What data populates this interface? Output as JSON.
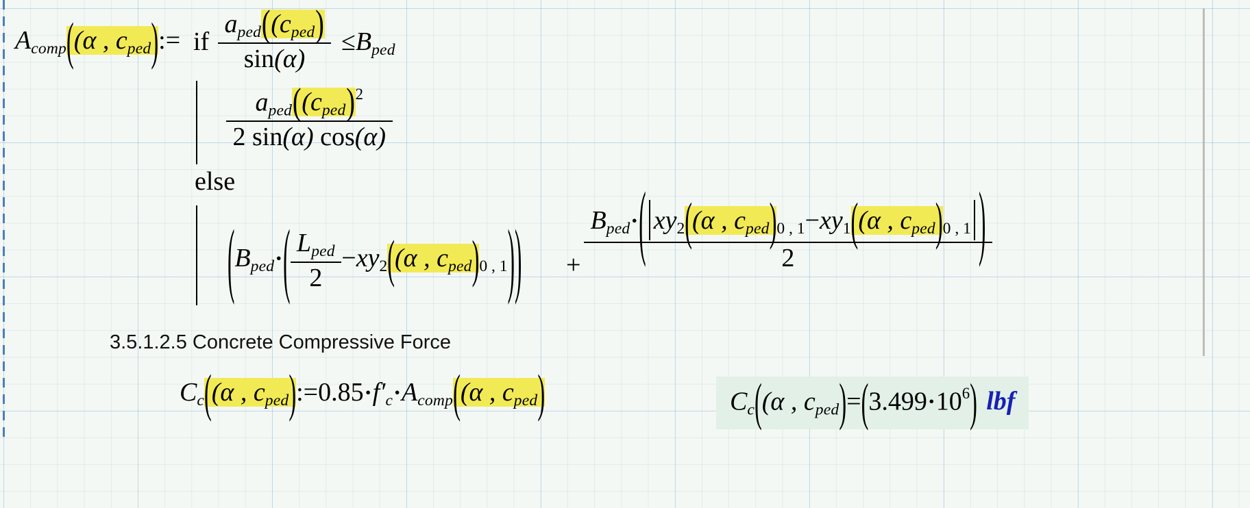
{
  "document": {
    "kind": "engineering-worksheet",
    "background_color": "#f4f8f4",
    "grid_color": "#78aad7",
    "highlight_color": "#f2ea55",
    "result_background": "#e2f0e8",
    "unit_color": "#1820b4"
  },
  "equation_acomp": {
    "lhs_name": "A",
    "lhs_sub": "comp",
    "args": "(α , c",
    "args_sub": "ped",
    "args_close": ")",
    "define_op": ":=",
    "if_keyword": "if",
    "else_keyword": "else",
    "condition": {
      "numerator_fn": "a",
      "numerator_fn_sub": "ped",
      "numerator_arg": "(c",
      "numerator_arg_sub": "ped",
      "numerator_arg_close": ")",
      "denominator": "sin",
      "denominator_arg": "(α)",
      "relation": "≤",
      "rhs": "B",
      "rhs_sub": "ped"
    },
    "branch_then": {
      "num_fn": "a",
      "num_fn_sub": "ped",
      "num_arg": "(c",
      "num_arg_sub": "ped",
      "num_arg_close": ")",
      "exponent": "2",
      "den_coef": "2",
      "den_sin": "sin",
      "den_sin_arg": "(α)",
      "den_cos": "cos",
      "den_cos_arg": "(α)"
    },
    "branch_else": {
      "b_ped": "B",
      "b_ped_sub": "ped",
      "mult": "•",
      "l_ped": "L",
      "l_ped_sub": "ped",
      "l_den": "2",
      "minus": "−",
      "xy2": "xy",
      "xy2_sub": "2",
      "xy2_args": "(α , c",
      "xy2_args_sub": "ped",
      "xy2_args_close": ")",
      "index": "0 , 1",
      "plus": "+",
      "frac2_b": "B",
      "frac2_b_sub": "ped",
      "frac2_xy2": "xy",
      "frac2_xy2_sub": "2",
      "frac2_xy2_args": "(α , c",
      "frac2_xy2_args_sub": "ped",
      "frac2_xy2_args_close": ")",
      "frac2_index1": "0 , 1",
      "frac2_minus": "−",
      "frac2_xy1": "xy",
      "frac2_xy1_sub": "1",
      "frac2_xy1_args": "(α , c",
      "frac2_xy1_args_sub": "ped",
      "frac2_xy1_args_close": ")",
      "frac2_index2": "0 , 1",
      "frac2_den": "2"
    }
  },
  "section": {
    "heading": "3.5.1.2.5 Concrete Compressive Force"
  },
  "equation_cc": {
    "lhs": "C",
    "lhs_sub": "c",
    "args": "(α , c",
    "args_sub": "ped",
    "args_close": ")",
    "define_op": ":=",
    "coefficient": "0.85",
    "mult1": "•",
    "fc": "f′",
    "fc_sub": "c",
    "mult2": "•",
    "acomp": "A",
    "acomp_sub": "comp",
    "acomp_args": "(α , c",
    "acomp_args_sub": "ped",
    "acomp_args_close": ")"
  },
  "result_cc": {
    "lhs": "C",
    "lhs_sub": "c",
    "args": "(α , c",
    "args_sub": "ped",
    "args_close": ")",
    "equals": "=",
    "open": "(",
    "mantissa": "3.499",
    "mult": "•",
    "base": "10",
    "exponent": "6",
    "close": ")",
    "unit": "lbf"
  }
}
